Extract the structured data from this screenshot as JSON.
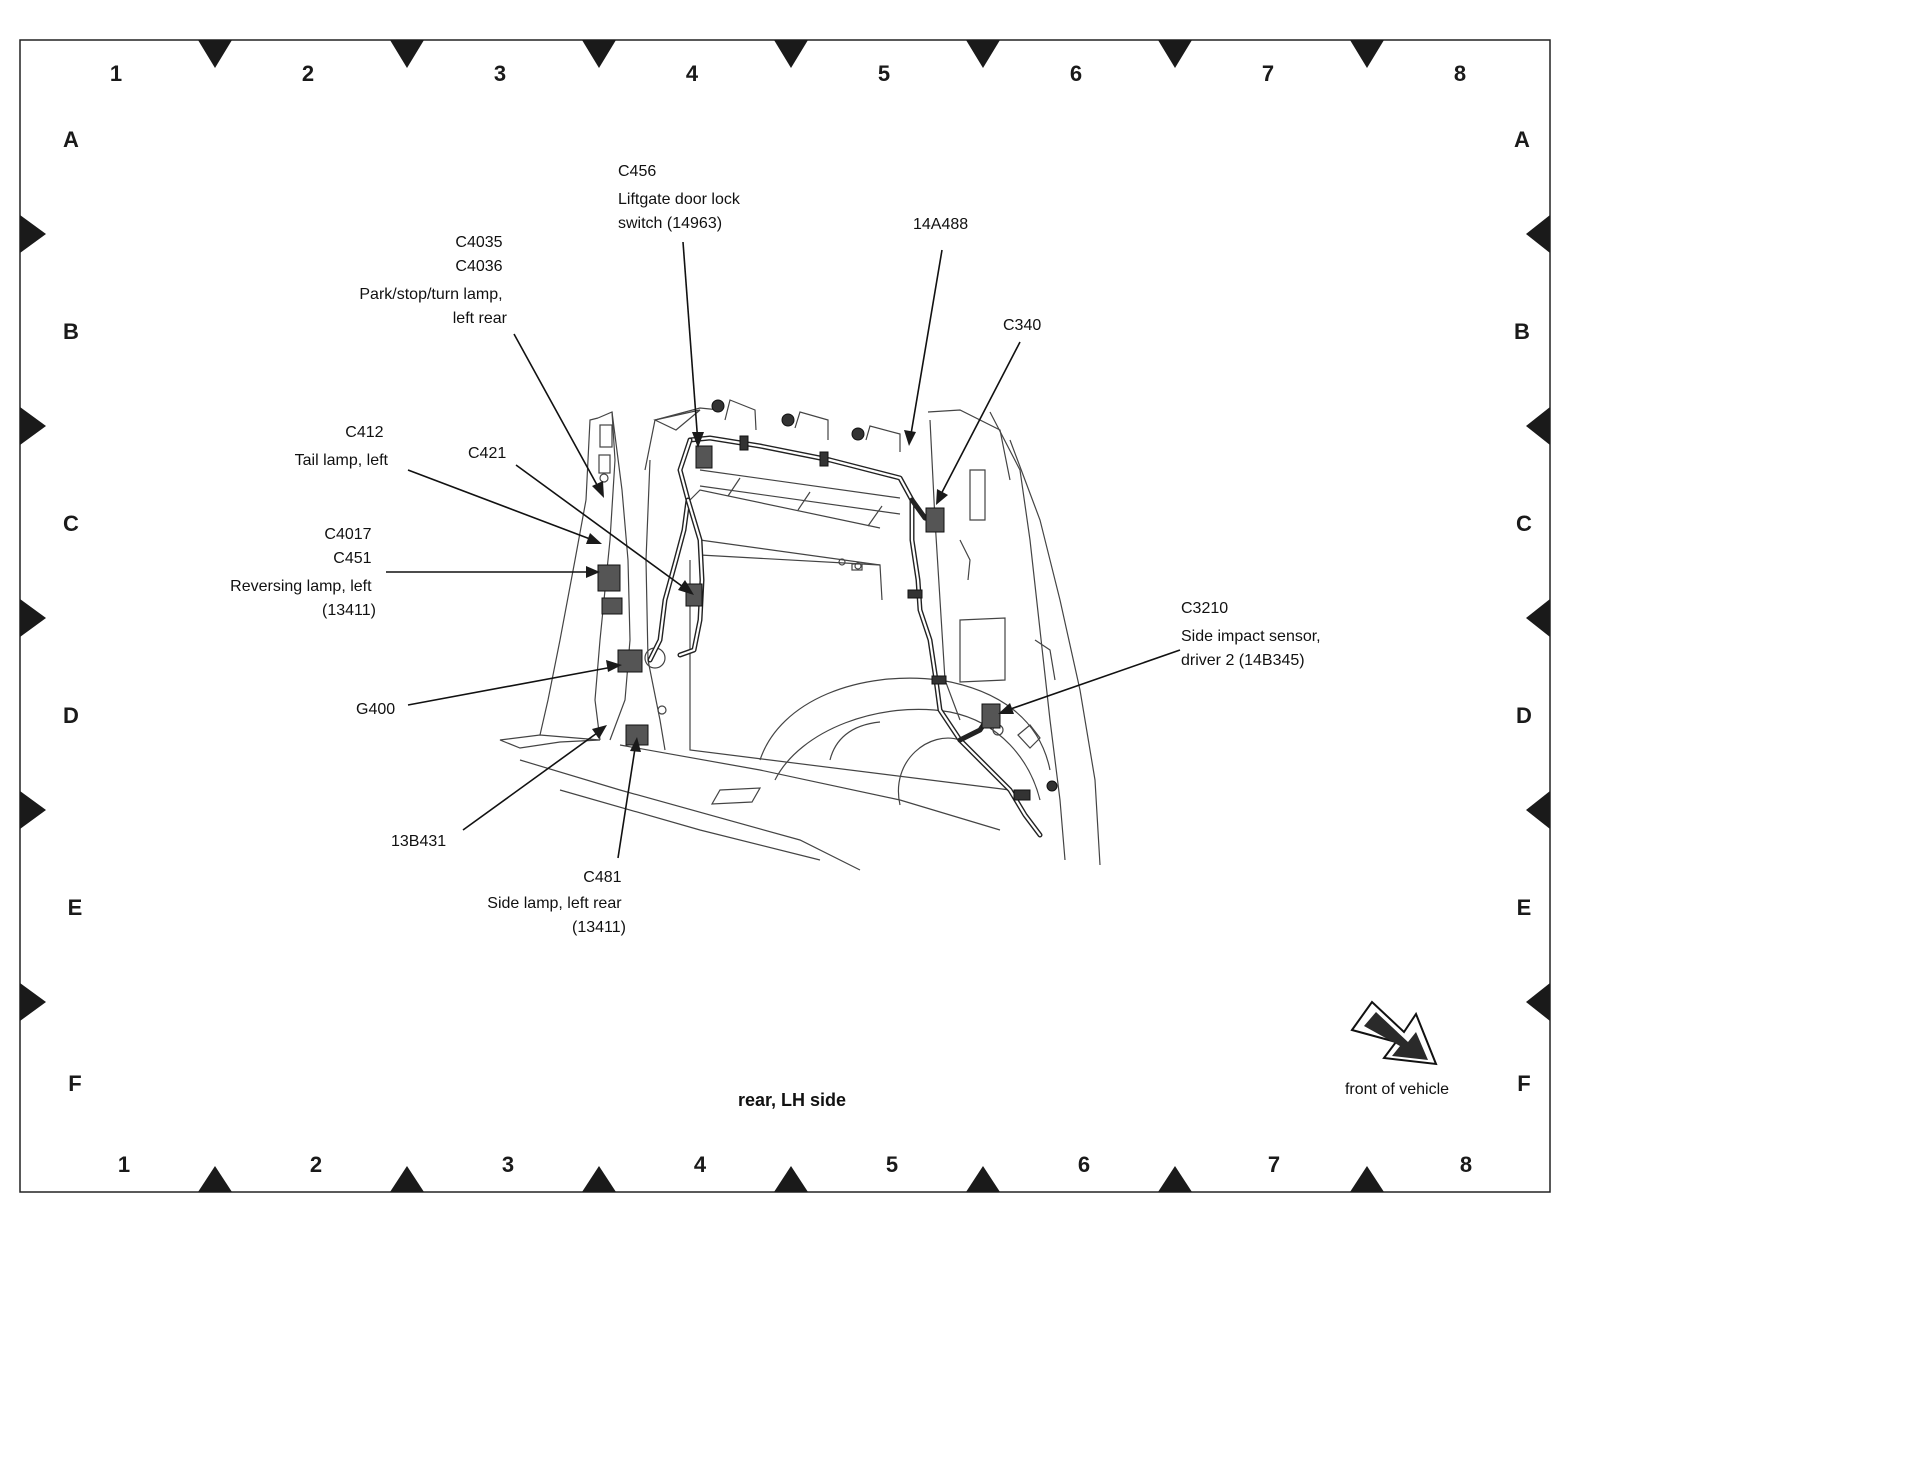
{
  "grid": {
    "columns": [
      "1",
      "2",
      "3",
      "4",
      "5",
      "6",
      "7",
      "8"
    ],
    "rows": [
      "A",
      "B",
      "C",
      "D",
      "E",
      "F"
    ]
  },
  "callouts": {
    "c456": [
      "C456",
      "Liftgate door lock",
      "switch (14963)"
    ],
    "c4035": [
      "C4035",
      "C4036",
      "Park/stop/turn lamp,",
      "left rear"
    ],
    "w14a488": [
      "14A488"
    ],
    "c340": [
      "C340"
    ],
    "c412": [
      "C412",
      "Tail lamp, left"
    ],
    "c421": [
      "C421"
    ],
    "c4017": [
      "C4017",
      "C451",
      "Reversing lamp, left",
      "(13411)"
    ],
    "c3210": [
      "C3210",
      "Side impact sensor,",
      "driver 2 (14B345)"
    ],
    "g400": [
      "G400"
    ],
    "w13b431": [
      "13B431"
    ],
    "c481": [
      "C481",
      "Side lamp, left rear",
      "(13411)"
    ]
  },
  "caption": "rear, LH side",
  "orientation": {
    "label": "front of vehicle",
    "icon": "front-of-vehicle-arrow-icon"
  }
}
